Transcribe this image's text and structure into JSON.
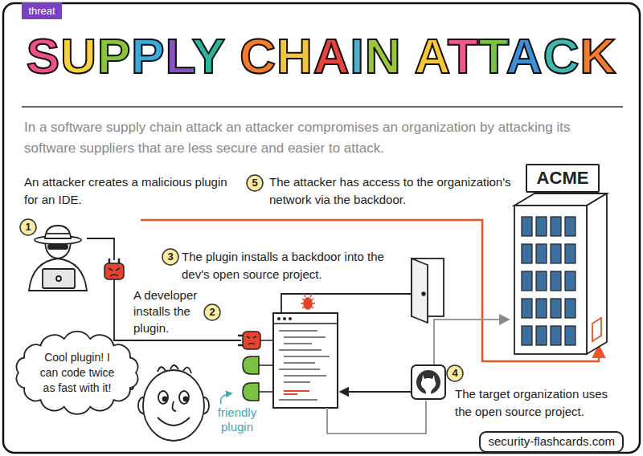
{
  "diagram": {
    "title": "SUPPLY CHAIN ATTACK",
    "nodes": [
      {
        "text": [
          "ACME"
        ]
      },
      {
        "text": [
          "Cool plugin! I can code twice as fast with it!"
        ]
      },
      {
        "text": [
          "security-flashcards.com"
        ]
      }
    ],
    "labels": [
      "threat",
      "In a software supply chain attack an attacker compromises an organization by attacking its software suppliers that are less secure and easier to attack.",
      "1",
      "An attacker creates a malicious plugin for an IDE.",
      "5",
      "The attacker has access to the organization's network via the backdoor.",
      "3",
      "The plugin installs a backdoor into the dev's open source project.",
      "A developer installs the plugin.",
      "2",
      "4",
      "The target organization uses the open source project.",
      "friendly plugin"
    ]
  }
}
